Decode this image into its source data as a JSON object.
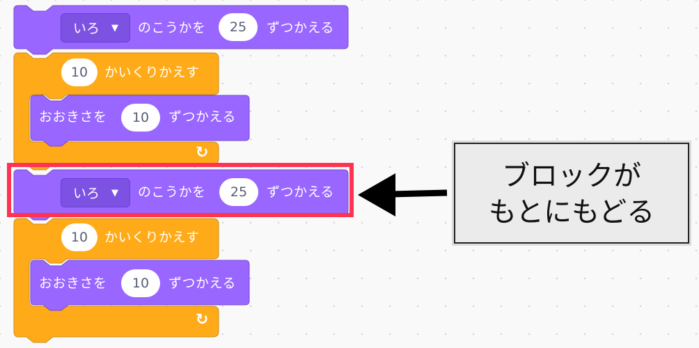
{
  "stacks": [
    {
      "color_block": {
        "dropdown_value": "いろ",
        "dropdown_arrow": "▼",
        "text_a": "のこうかを",
        "value": "25",
        "text_b": "ずつかえる"
      },
      "repeat": {
        "count": "10",
        "label": "かいくりかえす",
        "arrow_icon": "↻"
      },
      "size_block": {
        "text_a": "おおきさを",
        "value": "10",
        "text_b": "ずつかえる"
      }
    },
    {
      "color_block": {
        "dropdown_value": "いろ",
        "dropdown_arrow": "▼",
        "text_a": "のこうかを",
        "value": "25",
        "text_b": "ずつかえる"
      },
      "repeat": {
        "count": "10",
        "label": "かいくりかえす",
        "arrow_icon": "↻"
      },
      "size_block": {
        "text_a": "おおきさを",
        "value": "10",
        "text_b": "ずつかえる"
      }
    }
  ],
  "callout": {
    "line1": "ブロックが",
    "line2": "もとにもどる"
  },
  "colors": {
    "looks": "#9966ff",
    "control": "#ffab19",
    "highlight": "#ff3352"
  }
}
